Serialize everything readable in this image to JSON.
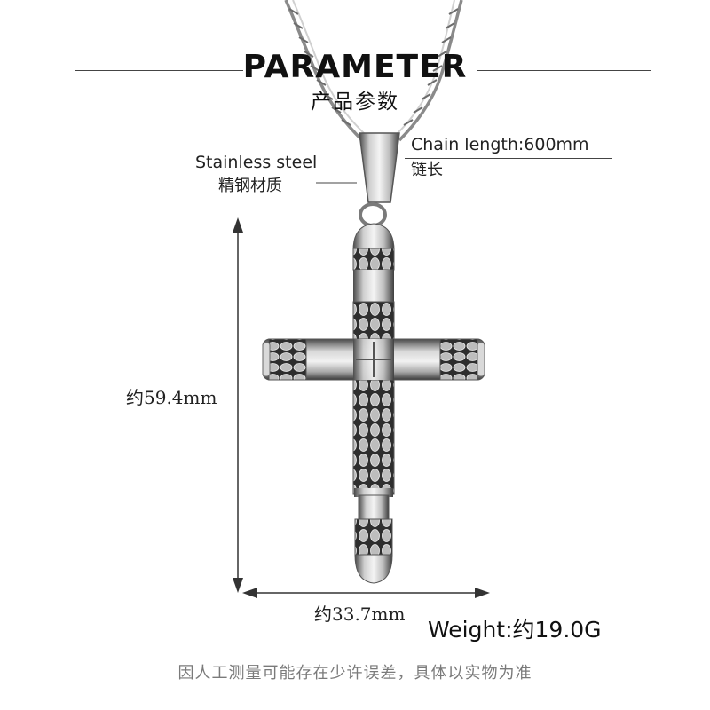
{
  "header": {
    "title": "PARAMETER",
    "subtitle": "产品参数"
  },
  "material": {
    "label_en": "Stainless steel",
    "label_cn": "精钢材质"
  },
  "chain": {
    "label_en": "Chain length:600mm",
    "label_cn": "链长"
  },
  "dimensions": {
    "height": "约59.4mm",
    "width": "约33.7mm"
  },
  "weight": {
    "label": "Weight:约19.0G"
  },
  "footer": {
    "disclaimer": "因人工测量可能存在少许误差，具体以实物为准"
  },
  "colors": {
    "metal_light": "#e8e8e8",
    "metal_mid": "#a9a9a9",
    "metal_dark": "#3a3a3a",
    "line": "#444444"
  }
}
